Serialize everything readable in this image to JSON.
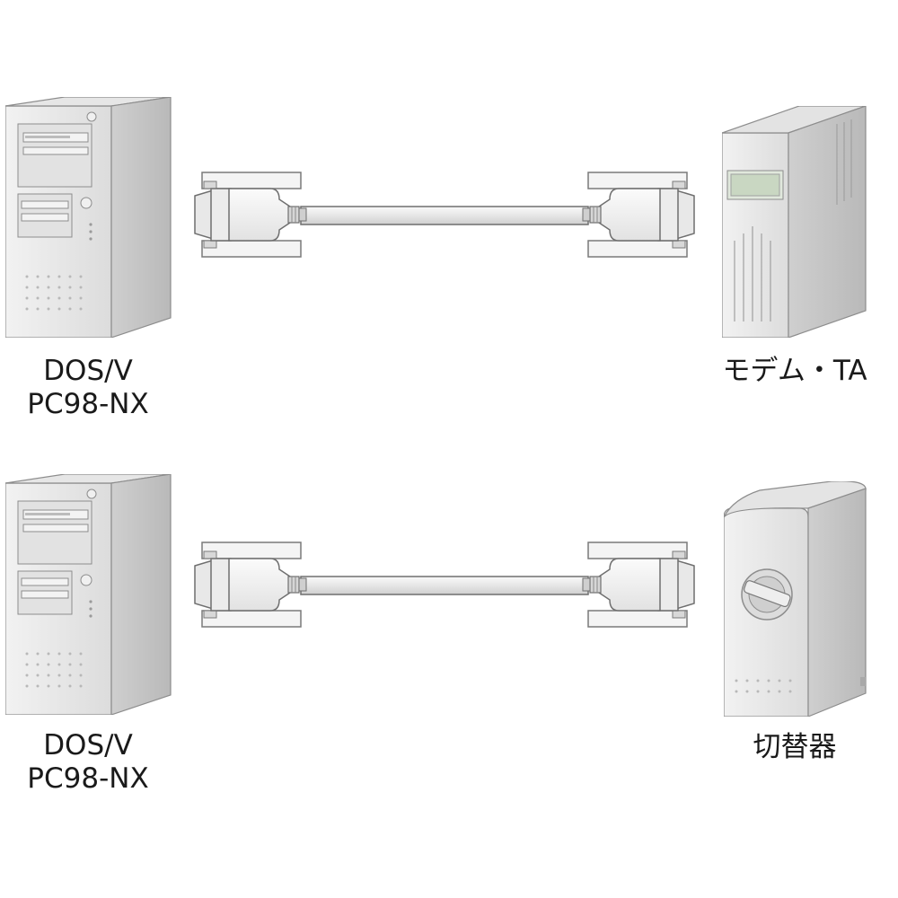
{
  "diagram": {
    "rows": [
      {
        "left_device": {
          "icon": "pc-tower-icon",
          "label_lines": [
            "DOS/V",
            "PC98-NX"
          ]
        },
        "cable": {
          "icon": "serial-cable-icon"
        },
        "right_device": {
          "icon": "modem-ta-icon",
          "label": "モデム・TA"
        }
      },
      {
        "left_device": {
          "icon": "pc-tower-icon",
          "label_lines": [
            "DOS/V",
            "PC98-NX"
          ]
        },
        "cable": {
          "icon": "serial-cable-icon"
        },
        "right_device": {
          "icon": "switch-box-icon",
          "label": "切替器"
        }
      }
    ]
  }
}
